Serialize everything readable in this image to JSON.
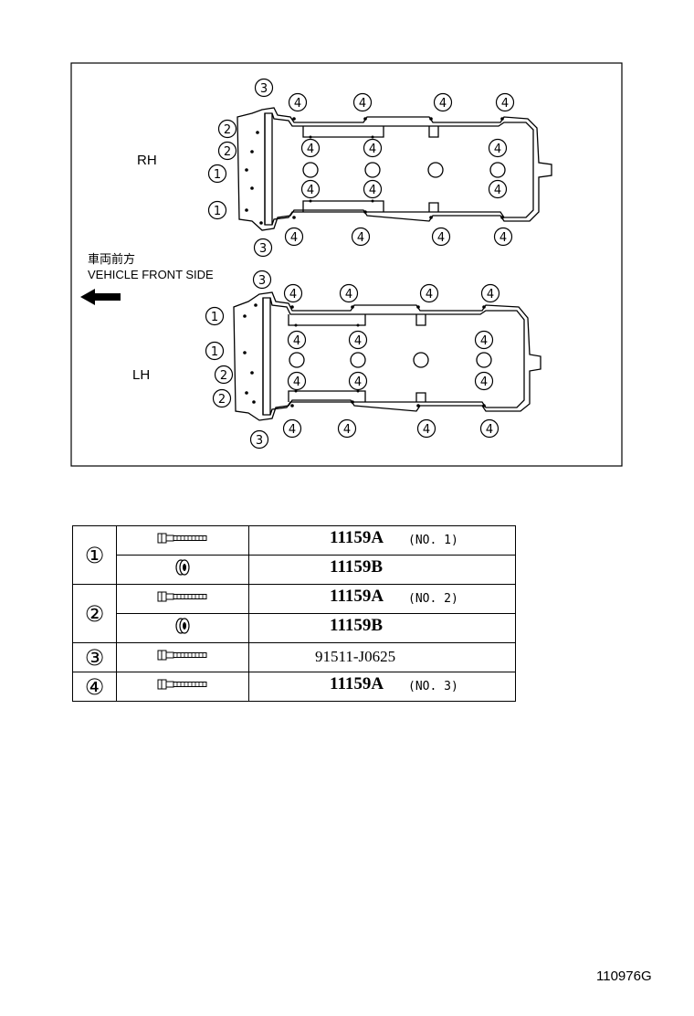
{
  "diagram": {
    "rh_label": "RH",
    "lh_label": "LH",
    "front_label_jp": "車両前方",
    "front_label_en": "VEHICLE FRONT SIDE",
    "callouts": [
      "1",
      "2",
      "3",
      "4"
    ]
  },
  "table": {
    "rows": [
      {
        "num": "①",
        "icon": "bolt-icon",
        "part": "11159A",
        "note": "(NO. 1)"
      },
      {
        "num": "",
        "icon": "spacer-icon",
        "part": "11159B",
        "note": ""
      },
      {
        "num": "②",
        "icon": "bolt-icon",
        "part": "11159A",
        "note": "(NO. 2)"
      },
      {
        "num": "",
        "icon": "spacer-icon",
        "part": "11159B",
        "note": ""
      },
      {
        "num": "③",
        "icon": "bolt-icon",
        "part": "91511-J0625",
        "note": ""
      },
      {
        "num": "④",
        "icon": "bolt-icon",
        "part": "11159A",
        "note": "(NO. 3)"
      }
    ]
  },
  "ref_code": "110976G"
}
